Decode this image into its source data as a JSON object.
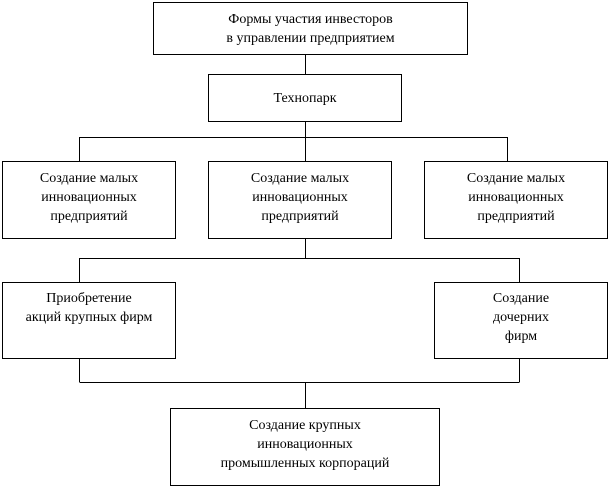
{
  "diagram": {
    "top_box": {
      "line1": "Формы участия инвесторов",
      "line2": "в управлении предприятием"
    },
    "technopark_box": {
      "label": "Технопарк"
    },
    "small_enterprise_boxes": [
      {
        "line1": "Создание малых",
        "line2": "инновационных",
        "line3": "предприятий"
      },
      {
        "line1": "Создание малых",
        "line2": "инновационных",
        "line3": "предприятий"
      },
      {
        "line1": "Создание малых",
        "line2": "инновационных",
        "line3": "предприятий"
      }
    ],
    "acquisition_box": {
      "line1": "Приобретение",
      "line2": "акций крупных фирм"
    },
    "subsidiary_box": {
      "line1": "Создание",
      "line2": "дочерних",
      "line3": "фирм"
    },
    "bottom_box": {
      "line1": "Создание крупных",
      "line2": "инновационных",
      "line3": "промышленных корпораций"
    },
    "colors": {
      "stroke": "#000000",
      "background": "#ffffff"
    }
  }
}
